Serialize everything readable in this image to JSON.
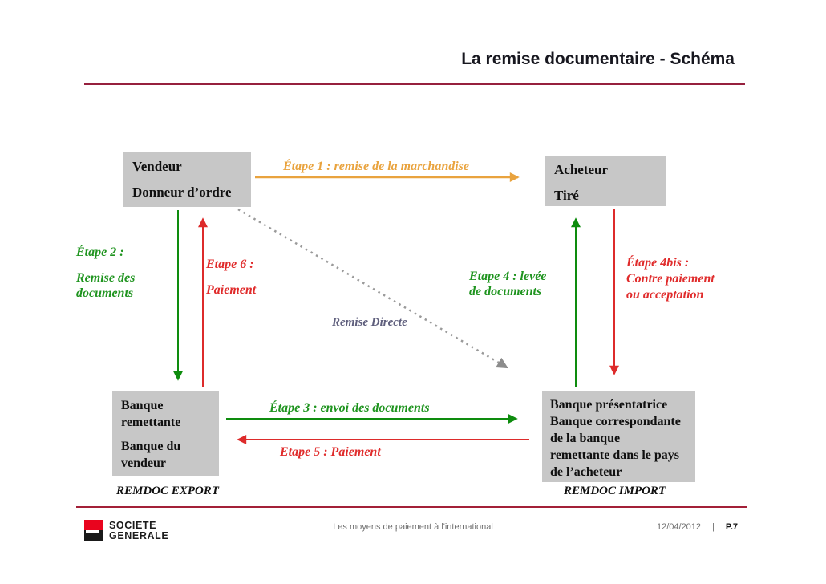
{
  "title": "La remise documentaire - Schéma",
  "boxes": {
    "vendeur": [
      "Vendeur",
      "Donneur d’ordre"
    ],
    "acheteur": [
      "Acheteur",
      "Tiré"
    ],
    "banque_remettante": [
      "Banque remettante",
      "Banque du vendeur"
    ],
    "banque_presentatrice": [
      "Banque présentatrice",
      "Banque correspondante",
      "de la banque",
      "remettante dans le pays",
      "de l’acheteur"
    ]
  },
  "labels": {
    "etape1": "Étape 1 : remise de la marchandise",
    "etape2": [
      "Étape 2 :",
      "Remise des documents"
    ],
    "etape6": [
      "Etape 6 :",
      "Paiement"
    ],
    "etape4": [
      "Etape 4 : levée",
      "de documents"
    ],
    "etape4bis": [
      "Étape 4bis :",
      "Contre paiement",
      "ou acceptation"
    ],
    "remise_directe": "Remise Directe",
    "etape3": "Étape 3 : envoi des documents",
    "etape5": "Etape 5 : Paiement",
    "remdoc_export": "REMDOC EXPORT",
    "remdoc_import": "REMDOC IMPORT"
  },
  "colors": {
    "green_arrow": "#0E8C0E",
    "green_text": "#1F941F",
    "red_arrow": "#DD2B2B",
    "red_text": "#E02C2C",
    "orange": "#E9A33E",
    "gray_box": "#C7C7C7",
    "dotted_gray": "#9A9A9A",
    "divider": "#96203E",
    "slate_text": "#5F5F7D",
    "logo_red": "#E9041E"
  },
  "footer": {
    "logo": [
      "SOCIETE",
      "GENERALE"
    ],
    "doc_title": "Les moyens de paiement à l'international",
    "date": "12/04/2012",
    "separator": "|",
    "page": "P.7"
  }
}
